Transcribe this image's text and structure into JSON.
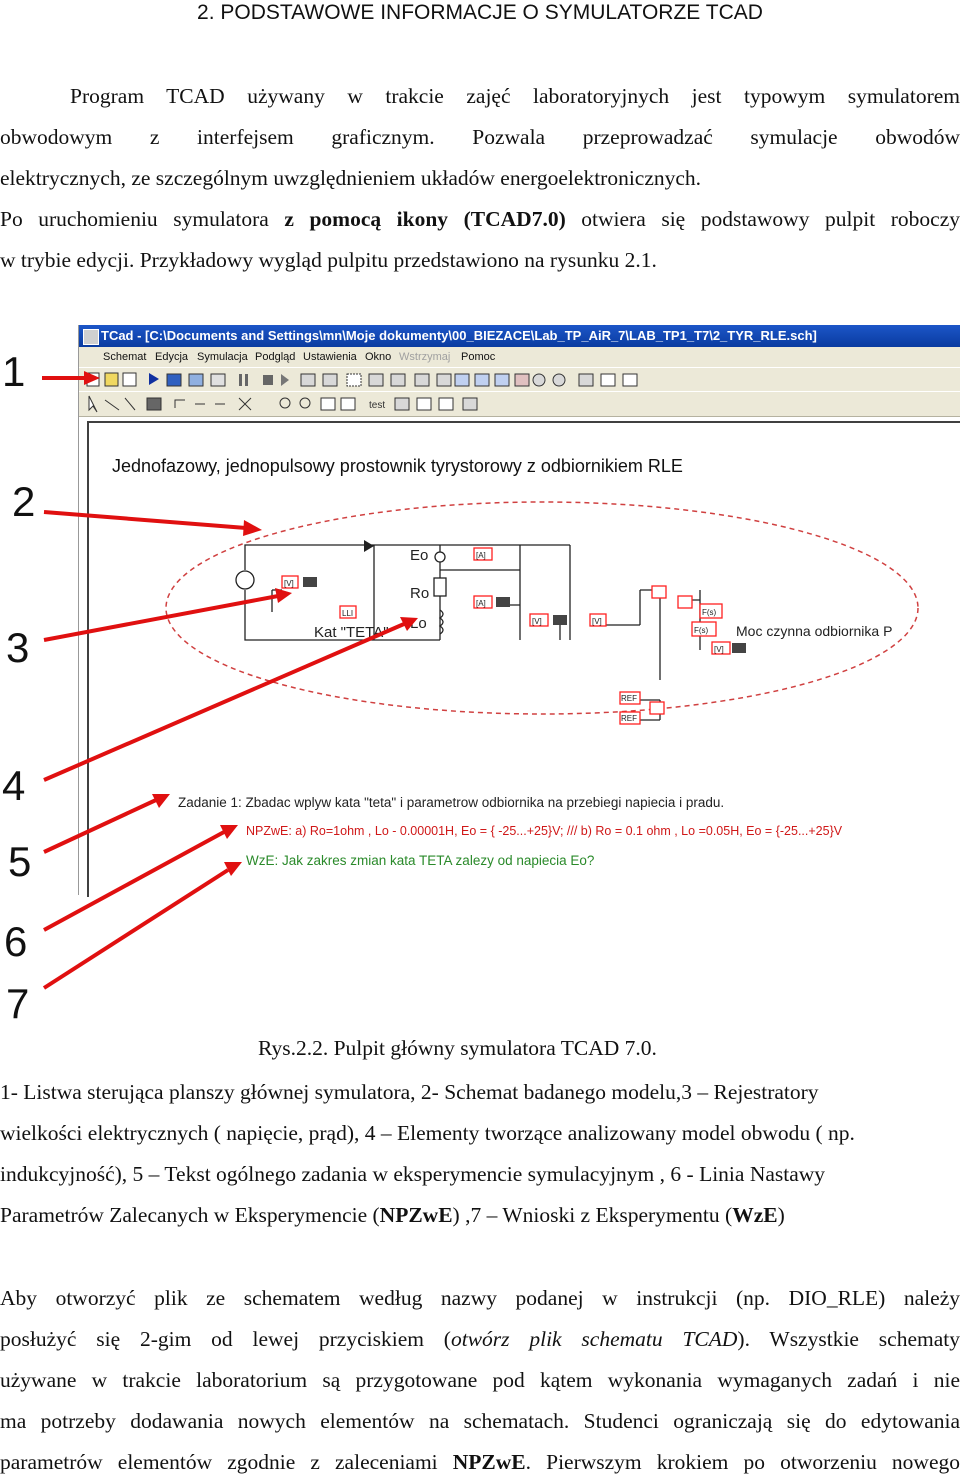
{
  "heading": "2. PODSTAWOWE INFORMACJE O SYMULATORZE TCAD",
  "intro": {
    "l1": "Program TCAD używany w trakcie zajęć laboratoryjnych jest typowym symulatorem",
    "l2": "obwodowym z interfejsem graficznym. Pozwala przeprowadzać symulacje obwodów",
    "l3": "elektrycznych, ze szczególnym uwzględnieniem układów energoelektronicznych.",
    "l4_pre": "Po uruchomieniu symulatora ",
    "l4_bold": "z pomocą ikony (TCAD7.0)",
    "l4_post": " otwiera się podstawowy pulpit roboczy",
    "l5": "w trybie edycji. Przykładowy wygląd pulpitu przedstawiono na rysunku 2.1."
  },
  "app": {
    "title": "TCad - [C:\\Documents and Settings\\mn\\Moje dokumenty\\00_BIEZACE\\Lab_TP_AiR_7\\LAB_TP1_T7\\2_TYR_RLE.sch]",
    "menu": [
      "Schemat",
      "Edycja",
      "Symulacja",
      "Podgląd",
      "Ustawienia",
      "Okno",
      "Wstrzymaj",
      "Pomoc"
    ],
    "toolbar_text": "test",
    "schematic_title": "Jednofazowy, jednopulsowy prostownik tyrystorowy z odbiornikiem RLE",
    "labels": {
      "eo": "Eo",
      "ro": "Ro",
      "lo": "Lo",
      "kat": "Kat \"TETA\"",
      "moc": "Moc czynna odbiornika P",
      "ampere": "[A]",
      "volt": "[V]",
      "fs": "F(s)",
      "ref": "REF",
      "lli": "LLI"
    },
    "task": "Zadanie 1: Zbadac wplyw kata \"teta\" i parametrow odbiornika na przebiegi napiecia i pradu.",
    "npzwe": "NPZwE: a)  Ro=1ohm , Lo - 0.00001H, Eo = { -25...+25}V; /// b) Ro = 0.1 ohm , Lo =0.05H, Eo = {-25...+25}V",
    "wze": "WzE:  Jak zakres zmian kata  TETA zalezy od napiecia  Eo?"
  },
  "callouts": [
    "1",
    "2",
    "3",
    "4",
    "5",
    "6",
    "7"
  ],
  "caption": "Rys.2.2. Pulpit główny symulatora TCAD 7.0.",
  "legend": {
    "l1": "1- Listwa sterująca planszy głównej symulatora, 2- Schemat badanego modelu,3 – Rejestratory",
    "l2": "wielkości elektrycznych ( napięcie, prąd), 4 – Elementy tworzące analizowany model obwodu ( np.",
    "l3": "indukcyjność), 5 – Tekst ogólnego zadania w eksperymencie symulacyjnym , 6 - Linia Nastawy",
    "l4_pre": "Parametrów Zalecanych w Eksperymencie (",
    "l4_b1": "NPZwE",
    "l4_mid": ") ,7 – Wnioski z Eksperymentu (",
    "l4_b2": "WzE",
    "l4_post": ")"
  },
  "para2": {
    "l1": "Aby otworzyć plik ze schematem według nazwy podanej w instrukcji (np. DIO_RLE) należy",
    "l2_pre": "posłużyć się 2-gim od lewej przyciskiem (",
    "l2_ital": "otwórz plik schematu TCAD",
    "l2_post": "). Wszystkie schematy",
    "l3": "używane w trakcie laboratorium są przygotowane pod kątem wykonania wymaganych zadań i nie",
    "l4": "ma potrzeby dodawania nowych elementów na schematach. Studenci ograniczają się do edytowania",
    "l5_pre": "parametrów elementów zgodnie z zaleceniami ",
    "l5_bold": "NPZwE",
    "l5_post": ". Pierwszym krokiem po otworzeniu nowego"
  },
  "colors": {
    "arrow": "#e01010",
    "npzwe": "#d01818",
    "wze": "#2a8a2a",
    "titlebar": "#1c56c8",
    "register": "#ff2020"
  }
}
